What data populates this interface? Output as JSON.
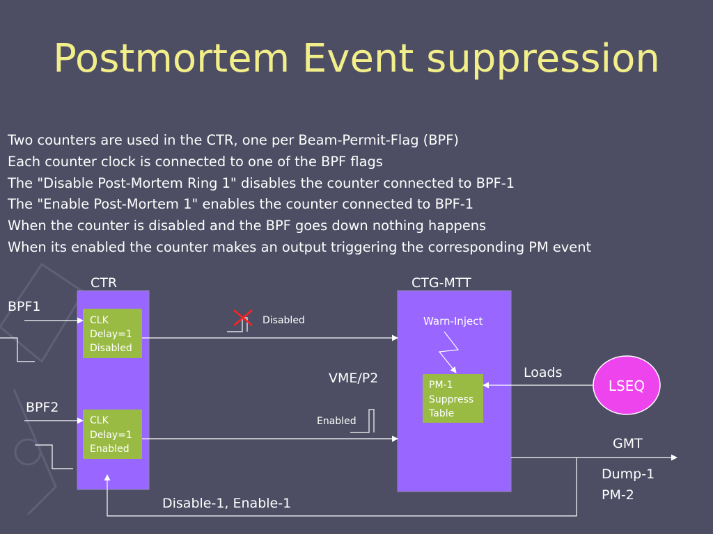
{
  "title": "Postmortem Event suppression",
  "bullets": [
    "Two counters are used in the CTR, one per Beam-Permit-Flag (BPF)",
    "Each counter clock is connected to one of the BPF flags",
    "The \"Disable Post-Mortem Ring 1\" disables the counter connected to BPF-1",
    "The \"Enable Post-Mortem 1\" enables the counter connected to BPF-1",
    "When the counter is disabled and the BPF goes down nothing happens",
    "When its enabled the counter makes an output triggering the corresponding PM event"
  ],
  "diagram": {
    "ctr_label": "CTR",
    "ctg_label": "CTG-MTT",
    "bpf1_label": "BPF1",
    "bpf2_label": "BPF2",
    "counter1": [
      "CLK",
      "Delay=1",
      "Disabled"
    ],
    "counter2": [
      "CLK",
      "Delay=1",
      "Enabled"
    ],
    "disabled_label": "Disabled",
    "enabled_label": "Enabled",
    "warn_inject_label": "Warn-Inject",
    "pm_table": [
      "PM-1",
      "Suppress",
      "Table"
    ],
    "vme_label": "VME/P2",
    "loads_label": "Loads",
    "lseq_label": "LSEQ",
    "gmt_label": "GMT",
    "dump_lines": [
      "Dump-1",
      "PM-2"
    ],
    "feedback_label": "Disable-1, Enable-1"
  },
  "colors": {
    "background": "#4d4e63",
    "title": "#f2ee8a",
    "module": "#9966ff",
    "counter_box": "#99bb44",
    "lseq": "#ee44ee",
    "cross": "#ff2222"
  }
}
